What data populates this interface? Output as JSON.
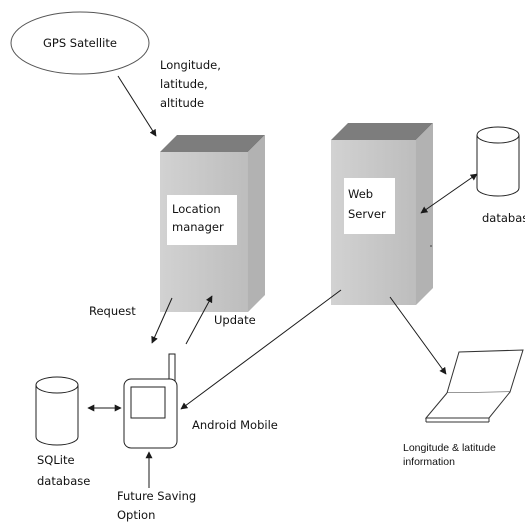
{
  "nodes": {
    "gps_satellite": "GPS Satellite",
    "location_manager": [
      "Location",
      "manager"
    ],
    "web_server": [
      "Web",
      "Server"
    ],
    "server_database": "databas",
    "sqlite_database": [
      "SQLite",
      "database"
    ],
    "android_mobile": "Android Mobile",
    "laptop_caption": [
      "Longitude & latitude",
      "information"
    ]
  },
  "edge_labels": {
    "coordinates": [
      "Longitude,",
      "latitude,",
      "altitude"
    ],
    "request": "Request",
    "update": "Update",
    "future_saving": [
      "Future Saving",
      "Option"
    ]
  },
  "colors": {
    "box_front": "#c9c9c9",
    "box_top": "#7d7d7d",
    "box_side": "#b2b2b2",
    "stroke": "#2b2b2b"
  }
}
